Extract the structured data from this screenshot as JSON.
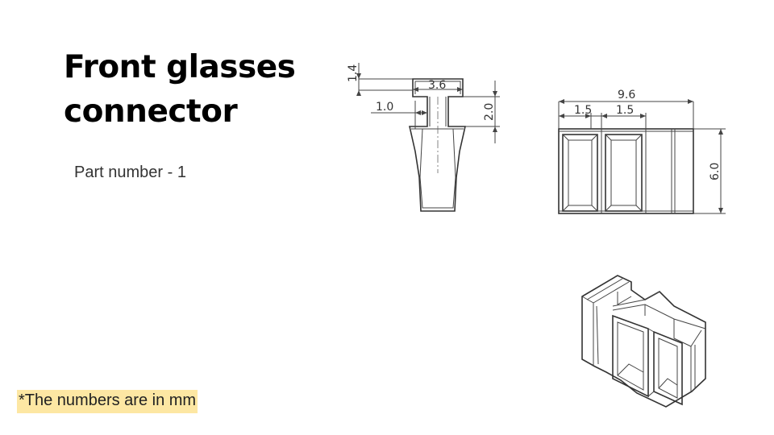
{
  "title_line1": "Front glasses",
  "title_line2": "connector",
  "part_number": "Part number - 1",
  "note": "*The numbers are in mm",
  "dimensions": {
    "side_height_top": "1.4",
    "side_width_top": "3.6",
    "side_offset": "1.0",
    "side_height": "2.0",
    "front_width": "9.6",
    "front_slot1": "1.5",
    "front_slot2": "1.5",
    "front_height": "6.0"
  }
}
